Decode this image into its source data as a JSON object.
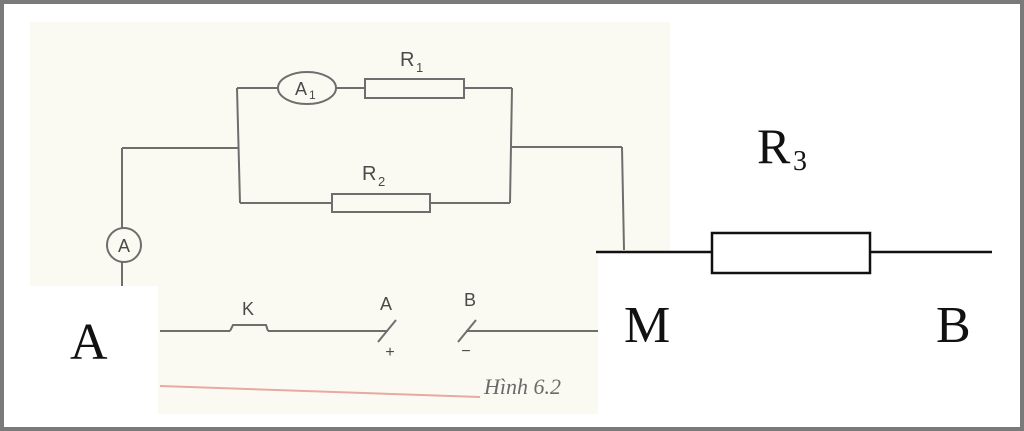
{
  "scan": {
    "ammeter_main": "A",
    "ammeter_branch": "A",
    "ammeter_branch_sub": "1",
    "r1": "R",
    "r1_sub": "1",
    "r2": "R",
    "r2_sub": "2",
    "switch": "K",
    "terminal_a": "A",
    "terminal_b": "B",
    "plus": "+",
    "minus": "−",
    "caption": "Hình 6.2"
  },
  "overlay": {
    "r3": "R",
    "r3_sub": "3",
    "a": "A",
    "m": "M",
    "b": "B"
  }
}
